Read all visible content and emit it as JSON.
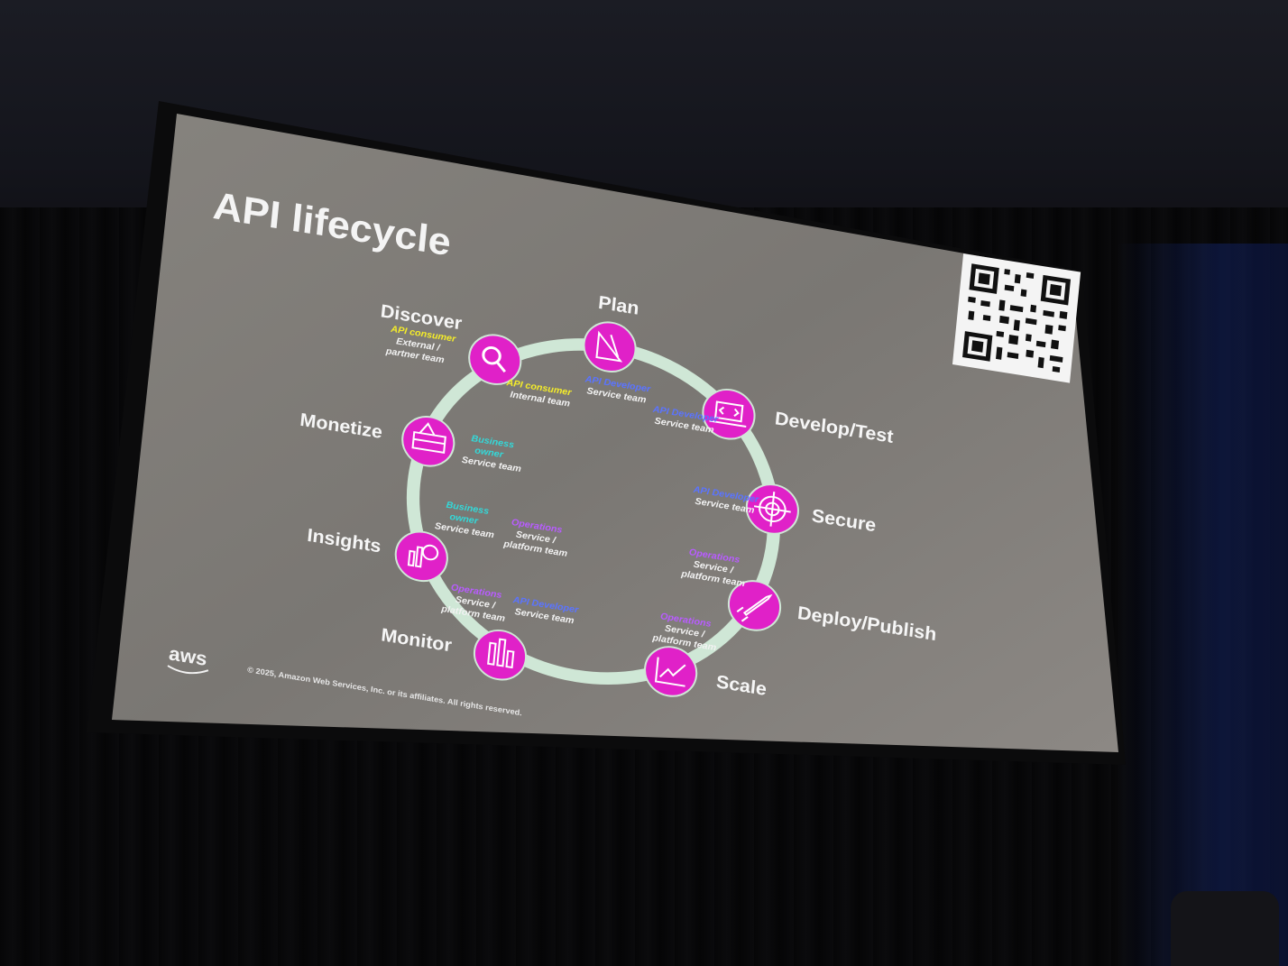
{
  "slide": {
    "title": "API lifecycle",
    "copyright": "© 2025, Amazon Web Services, Inc. or its affiliates. All rights reserved.",
    "logo_text": "aws"
  },
  "colors": {
    "ring": "#cfe7d6",
    "node": "#e021c8",
    "slide_background": "#7d7a76",
    "api_consumer": "#f4ec2a",
    "api_developer": "#5b74ff",
    "business_owner": "#34d8d8",
    "operations": "#b85cff"
  },
  "stages": {
    "plan": {
      "label": "Plan",
      "icon": "ruler-pencil-icon"
    },
    "develop": {
      "label": "Develop/Test",
      "icon": "code-laptop-icon"
    },
    "secure": {
      "label": "Secure",
      "icon": "target-icon"
    },
    "deploy": {
      "label": "Deploy/Publish",
      "icon": "rocket-icon"
    },
    "scale": {
      "label": "Scale",
      "icon": "growth-chart-icon"
    },
    "monitor": {
      "label": "Monitor",
      "icon": "bar-chart-icon"
    },
    "insights": {
      "label": "Insights",
      "icon": "analytics-icon"
    },
    "monetize": {
      "label": "Monetize",
      "icon": "storefront-icon"
    },
    "discover": {
      "label": "Discover",
      "icon": "magnifier-icon"
    }
  },
  "roles": {
    "discover": {
      "l1": "API consumer",
      "l2": "External /",
      "l3": "partner team"
    },
    "discover_inner": {
      "l1": "API consumer",
      "l2": "Internal team"
    },
    "plan": {
      "l1": "API Developer",
      "l2": "Service team"
    },
    "develop": {
      "l1": "API Developer",
      "l2": "Service team"
    },
    "secure": {
      "l1": "API Developer",
      "l2": "Service team"
    },
    "deploy": {
      "l1": "Operations",
      "l2": "Service /",
      "l3": "platform team"
    },
    "scale": {
      "l1": "Operations",
      "l2": "Service /",
      "l3": "platform team"
    },
    "monitor_ops": {
      "l1": "Operations",
      "l2": "Service /",
      "l3": "platform team"
    },
    "monitor_dev": {
      "l1": "API Developer",
      "l2": "Service team"
    },
    "insights_ops": {
      "l1": "Operations",
      "l2": "Service /",
      "l3": "platform team"
    },
    "insights_biz": {
      "l1": "Business",
      "l2": "owner",
      "l3": "Service team"
    },
    "monetize": {
      "l1": "Business",
      "l2": "owner",
      "l3": "Service team"
    }
  }
}
